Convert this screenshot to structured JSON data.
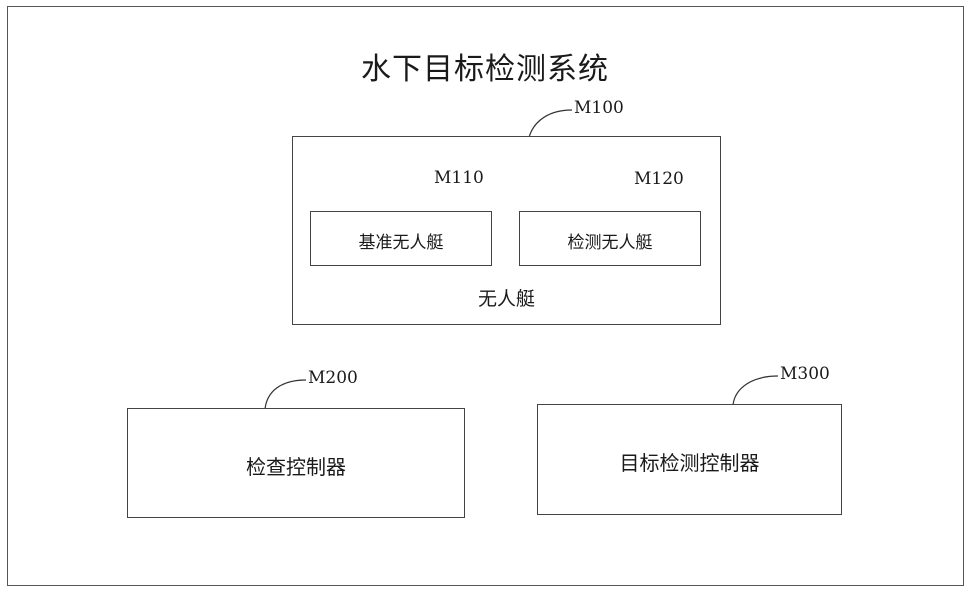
{
  "title": "水下目标检测系统",
  "usv": {
    "ref": "M100",
    "label": "无人艇",
    "reference_usv": {
      "ref": "M110",
      "label": "基准无人艇"
    },
    "detection_usv": {
      "ref": "M120",
      "label": "检测无人艇"
    }
  },
  "check_controller": {
    "ref": "M200",
    "label": "检查控制器"
  },
  "target_detection_controller": {
    "ref": "M300",
    "label": "目标检测控制器"
  }
}
